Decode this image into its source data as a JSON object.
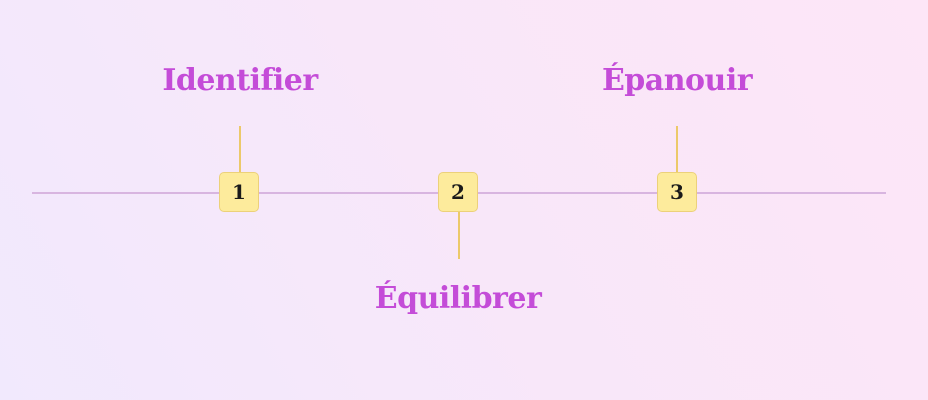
{
  "diagram": {
    "type": "timeline",
    "accent_color": "#c44cd8",
    "marker_color": "#fdeb9c",
    "axis_color": "#d8b5e0",
    "steps": [
      {
        "number": "1",
        "label": "Identifier",
        "label_side": "above"
      },
      {
        "number": "2",
        "label": "Équilibrer",
        "label_side": "below"
      },
      {
        "number": "3",
        "label": "Épanouir",
        "label_side": "above"
      }
    ]
  }
}
